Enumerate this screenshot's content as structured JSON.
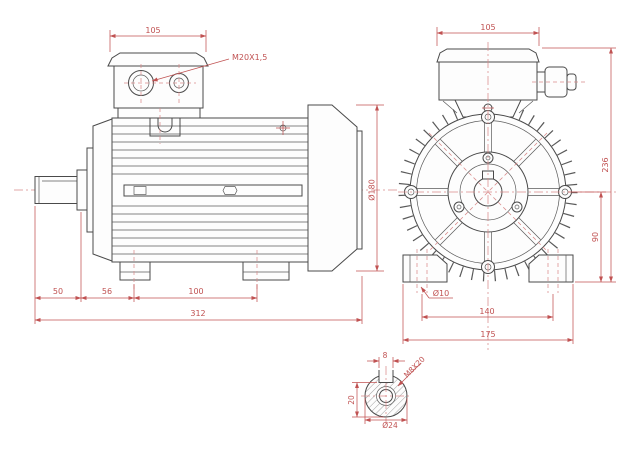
{
  "drawing_title": "electric-motor-dimension-drawing",
  "colors": {
    "line": "#4a4a4a",
    "dimension": "#c05252",
    "centerline": "#d98a8a",
    "background": "#ffffff"
  },
  "side_view": {
    "terminal_box_width": "105",
    "gland_thread": "M20X1,5",
    "fan_cover_diameter": "Ø180",
    "shaft_length": "50",
    "flange_to_foot_hole": "56",
    "foot_hole_spacing": "100",
    "overall_length": "312"
  },
  "front_view": {
    "terminal_box_width": "105",
    "overall_height": "236",
    "shaft_center_height": "90",
    "foot_hole_diameter": "Ø10",
    "foot_hole_span": "140",
    "foot_overall_width": "175"
  },
  "shaft_section": {
    "keyway_width": "8",
    "tapped_hole": "M8X20",
    "flat_to_bottom": "20",
    "shaft_diameter": "Ø24"
  }
}
